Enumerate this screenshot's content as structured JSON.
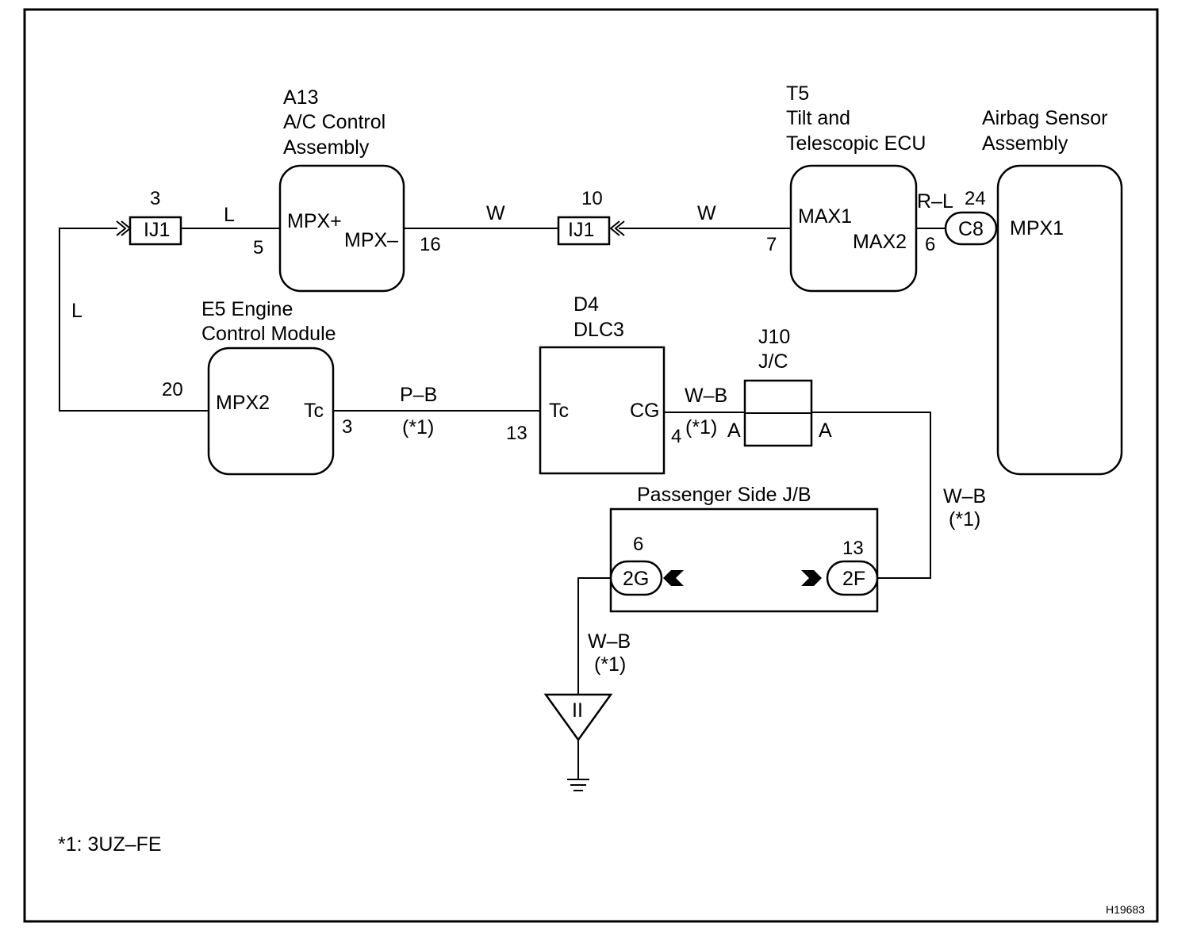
{
  "components": {
    "a13": {
      "id": "A13",
      "name_line1": "A/C Control",
      "name_line2": "Assembly",
      "term_mpx_plus": "MPX+",
      "term_mpx_minus": "MPX–",
      "pin_mpx_plus": "5",
      "pin_mpx_minus": "16"
    },
    "t5": {
      "id": "T5",
      "name_line1": "Tilt and",
      "name_line2": "Telescopic ECU",
      "term_max1": "MAX1",
      "term_max2": "MAX2",
      "pin_max1": "7",
      "pin_max2": "6"
    },
    "airbag": {
      "name_line1": "Airbag Sensor",
      "name_line2": "Assembly",
      "term_mpx1": "MPX1"
    },
    "e5": {
      "name_line1": "E5 Engine",
      "name_line2": "Control Module",
      "term_mpx2": "MPX2",
      "term_tc": "Tc",
      "pin_mpx2": "20",
      "pin_tc": "3"
    },
    "d4": {
      "id": "D4",
      "name": "DLC3",
      "term_tc": "Tc",
      "term_cg": "CG",
      "pin_tc": "13",
      "pin_cg": "4"
    },
    "j10": {
      "id": "J10",
      "name": "J/C",
      "term_left": "A",
      "term_right": "A"
    },
    "jb": {
      "name": "Passenger Side J/B"
    }
  },
  "connectors": {
    "ij1_left": {
      "label": "IJ1",
      "pin": "3"
    },
    "ij1_right": {
      "label": "IJ1",
      "pin": "10"
    },
    "c8": {
      "label": "C8",
      "pin": "24"
    },
    "g2": {
      "label": "2G",
      "pin": "6"
    },
    "f2": {
      "label": "2F",
      "pin": "13"
    },
    "ground_point": "II"
  },
  "wires": {
    "ij1_to_a13": "L",
    "left_vertical": "L",
    "a13_to_ij1": "W",
    "ij1_to_t5": "W",
    "t5_to_c8": "R–L",
    "e5_to_d4_color": "P–B",
    "e5_to_d4_note": "(*1)",
    "d4_to_j10_color": "W–B",
    "d4_to_j10_note": "(*1)",
    "j10_to_jb_color": "W–B",
    "j10_to_jb_note": "(*1)",
    "jb_to_ground_color": "W–B",
    "jb_to_ground_note": "(*1)"
  },
  "footnote": "*1: 3UZ–FE",
  "figure_id": "H19683"
}
